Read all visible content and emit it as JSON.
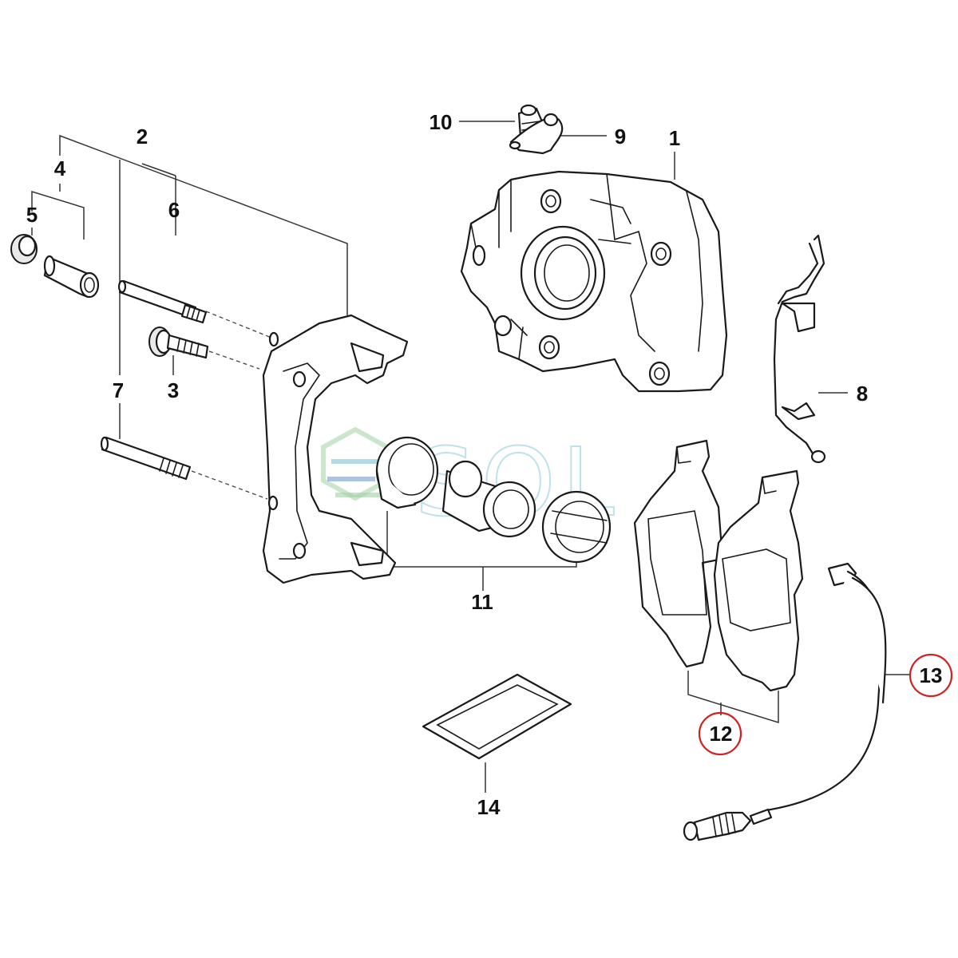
{
  "callouts": {
    "c1": "1",
    "c2": "2",
    "c3": "3",
    "c4": "4",
    "c5": "5",
    "c6": "6",
    "c7": "7",
    "c8": "8",
    "c9": "9",
    "c10": "10",
    "c11": "11",
    "c12": "12",
    "c13": "13",
    "c14": "14"
  },
  "highlighted_callouts": [
    "12",
    "13"
  ],
  "watermark": {
    "text": "SOL",
    "color": "#8fc9d9",
    "logo_colors": [
      "#7cc4d6",
      "#9fd3a3",
      "#6f9fd8"
    ]
  },
  "colors": {
    "line": "#1a1a1a",
    "highlight_ring": "#d21f1f",
    "background": "#ffffff"
  }
}
